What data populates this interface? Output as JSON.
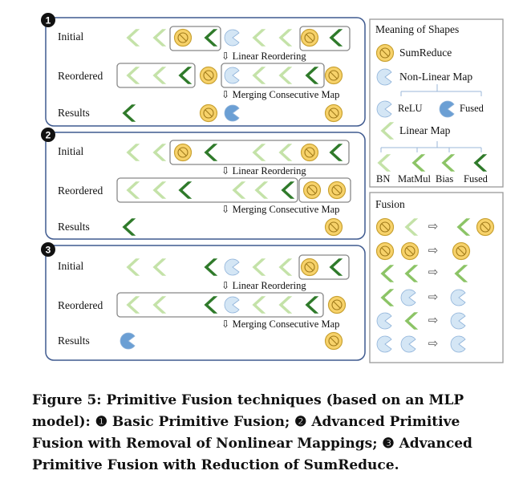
{
  "rows": {
    "initial": "Initial",
    "reordered": "Reordered",
    "results": "Results"
  },
  "panels": [
    {
      "number": "1",
      "steps": [
        "Linear Reordering",
        "Merging Consecutive Map"
      ]
    },
    {
      "number": "2",
      "steps": [
        "Linear Reordering",
        "Merging Consecutive Map"
      ]
    },
    {
      "number": "3",
      "steps": [
        "Linear Reordering",
        "Merging Consecutive Map"
      ]
    }
  ],
  "legend": {
    "title": "Meaning of Shapes",
    "sumreduce": "SumReduce",
    "nonlinear": "Non-Linear Map",
    "relu": "ReLU",
    "fused": "Fused",
    "linear": "Linear Map",
    "bn": "BN",
    "matmul": "MatMul",
    "bias": "Bias",
    "fused_linear": "Fused"
  },
  "fusion": {
    "title": "Fusion",
    "arrow": "⇨"
  },
  "caption": "Figure 5: Primitive Fusion techniques (based on an MLP model): ❶ Basic Primitive Fusion; ❷ Advanced Primitive Fusion with Removal of Nonlinear Mappings; ❸ Advanced Primitive Fusion with Reduction of SumReduce.",
  "colors": {
    "panel_border": "#3f5a8f",
    "legend_border": "#999999",
    "chevron_light": "#c4e2a8",
    "chevron_mid": "#8cc466",
    "chevron_dark": "#2f7a2a",
    "pac_light": "#d4e6f5",
    "pac_dark": "#6b9fd4",
    "coin_fill": "#f7d26a",
    "coin_stroke": "#c9a233"
  }
}
